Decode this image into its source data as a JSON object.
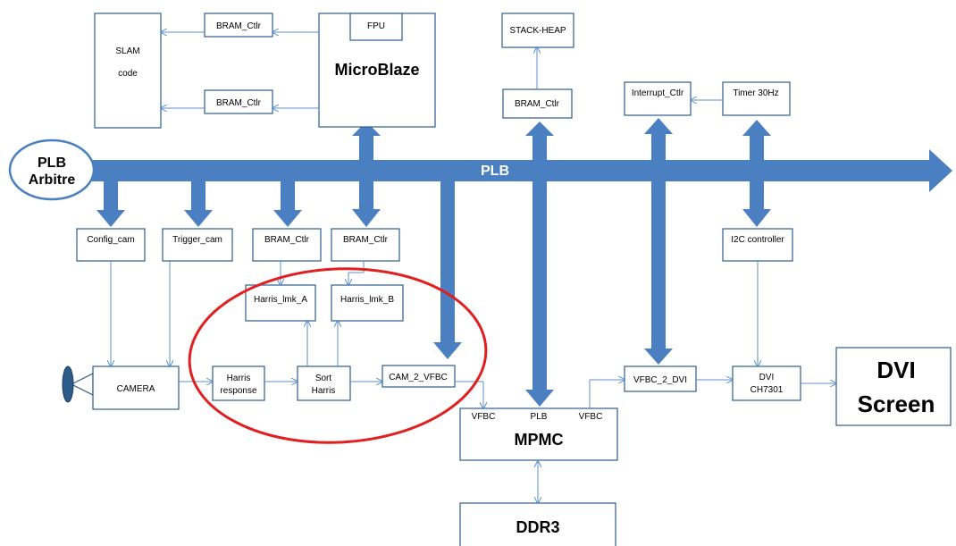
{
  "colors": {
    "bus": "#4a7fc1",
    "box_stroke": "#2e5c8a",
    "connector": "#5b8fc9",
    "highlight_ellipse": "#e02020"
  },
  "bus": {
    "label": "PLB"
  },
  "arbiter": {
    "line1": "PLB",
    "line2": "Arbitre"
  },
  "blocks": {
    "slam_line1": "SLAM",
    "slam_line2": "code",
    "bram_ctlr_top": "BRAM_Ctlr",
    "bram_ctlr_mid": "BRAM_Ctlr",
    "fpu": "FPU",
    "microblaze": "MicroBlaze",
    "stack_heap": "STACK-HEAP",
    "bram_ctlr_stack": "BRAM_Ctlr",
    "interrupt_ctlr": "Interrupt_Ctlr",
    "timer": "Timer 30Hz",
    "config_cam": "Config_cam",
    "trigger_cam": "Trigger_cam",
    "bram_ctlr_a": "BRAM_Ctlr",
    "bram_ctlr_b": "BRAM_Ctlr",
    "i2c_controller": "I2C controller",
    "harris_lmk_a": "Harris_lmk_A",
    "harris_lmk_b": "Harris_lmk_B",
    "camera": "CAMERA",
    "harris_response_line1": "Harris",
    "harris_response_line2": "response",
    "sort_harris_line1": "Sort",
    "sort_harris_line2": "Harris",
    "cam_2_vfbc": "CAM_2_VFBC",
    "vfbc_2_dvi": "VFBC_2_DVI",
    "dvi_line1": "DVI",
    "dvi_line2": "CH7301",
    "dvi_screen_line1": "DVI",
    "dvi_screen_line2": "Screen",
    "mpmc": "MPMC",
    "mpmc_port_vfbc_left": "VFBC",
    "mpmc_port_plb": "PLB",
    "mpmc_port_vfbc_right": "VFBC",
    "ddr3": "DDR3"
  },
  "icons": {
    "camera_lens": "camera-lens-icon"
  }
}
